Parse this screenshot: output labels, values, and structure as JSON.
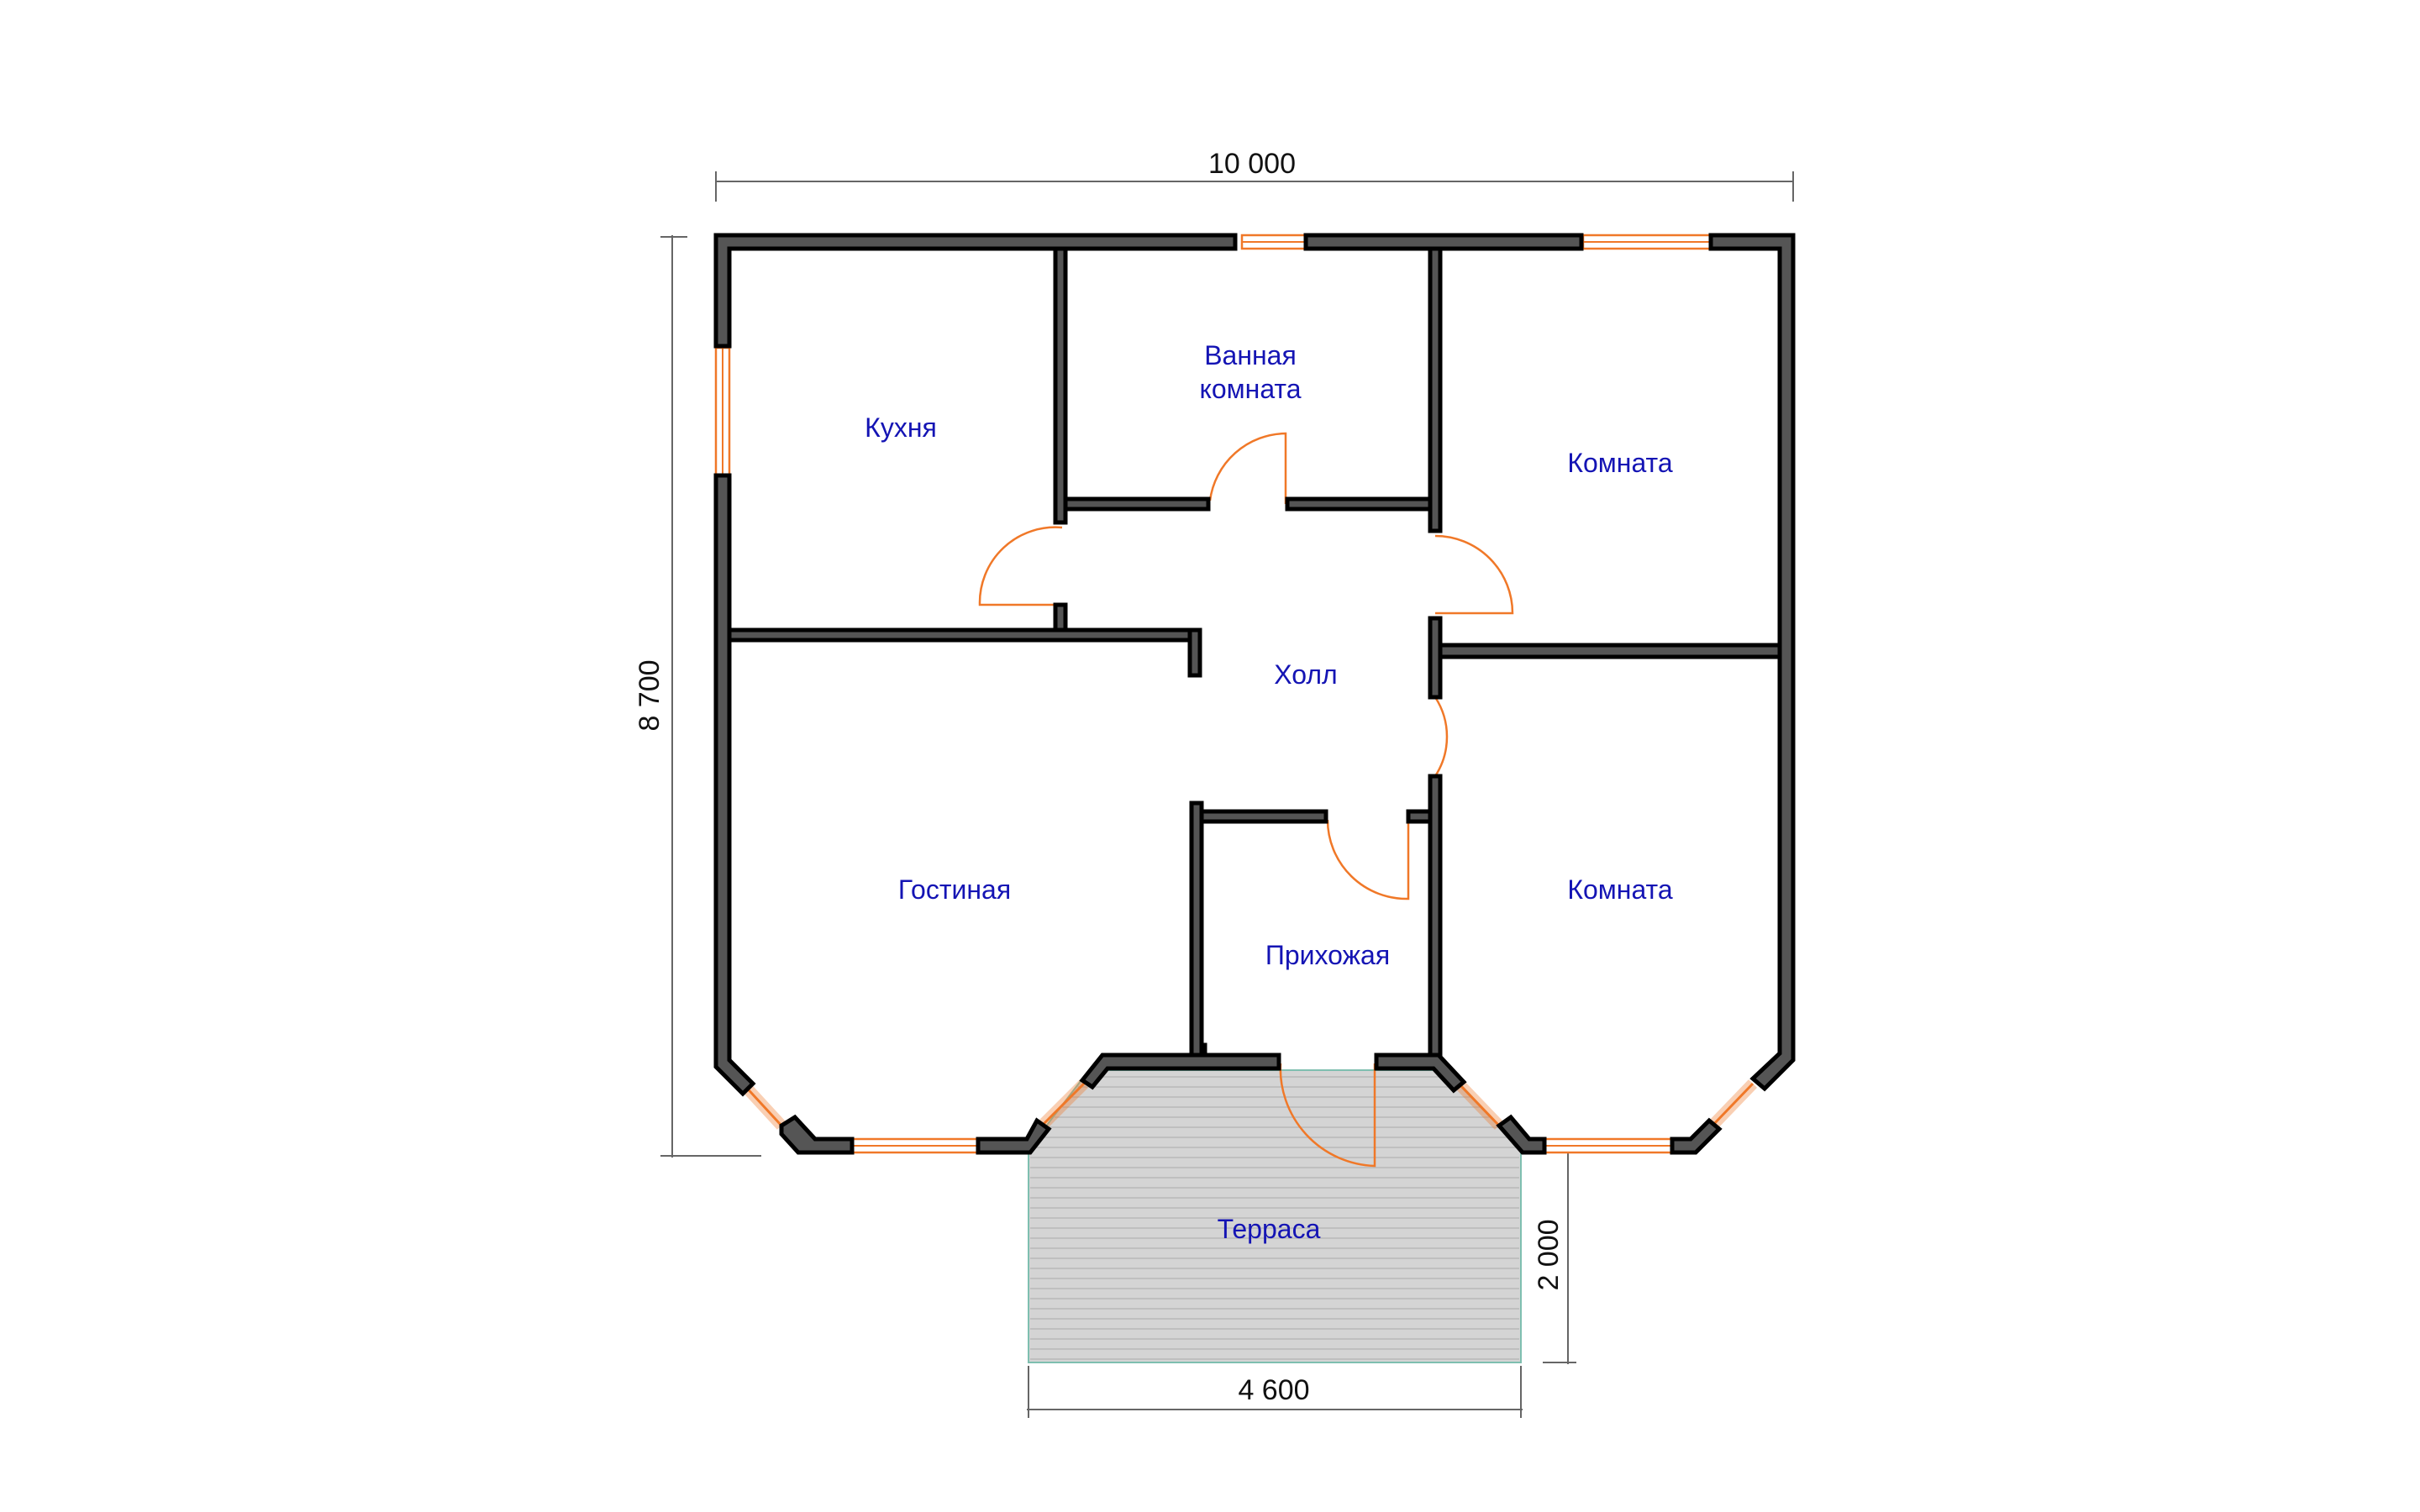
{
  "rooms": {
    "kitchen": "Кухня",
    "bathroom_line1": "Ванная",
    "bathroom_line2": "комната",
    "room_top_right": "Комната",
    "hall": "Холл",
    "living_room": "Гостиная",
    "entrance_hall": "Прихожая",
    "room_bottom_right": "Комната",
    "terrace": "Терраса"
  },
  "dimensions": {
    "overall_width": "10 000",
    "overall_depth": "8 700",
    "terrace_width": "4 600",
    "terrace_depth": "2 000"
  },
  "colors": {
    "wall_fill": "#555555",
    "wall_outline": "#000000",
    "opening_accent": "#f07828",
    "room_label": "#1414b4",
    "terrace_fill": "#d4d4d4",
    "terrace_board_lines": "#b8b8b8",
    "terrace_outline": "#7fbfb0"
  }
}
